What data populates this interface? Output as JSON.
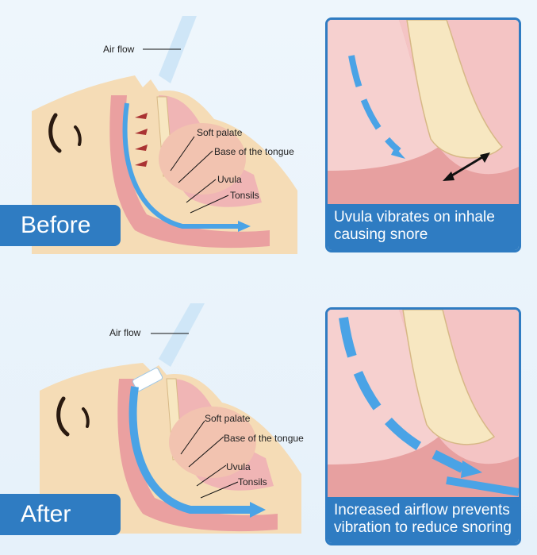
{
  "before": {
    "tag": "Before",
    "labels": {
      "air_flow": "Air flow",
      "soft_palate": "Soft palate",
      "base_tongue": "Base of the tongue",
      "uvula": "Uvula",
      "tonsils": "Tonsils"
    },
    "caption": "Uvula vibrates on inhale causing snore"
  },
  "after": {
    "tag": "After",
    "labels": {
      "air_flow": "Air flow",
      "soft_palate": "Soft palate",
      "base_tongue": "Base of the tongue",
      "uvula": "Uvula",
      "tonsils": "Tonsils"
    },
    "caption": "Increased airflow prevents vibration to reduce snoring"
  },
  "colors": {
    "accent": "#2f7cc2",
    "airflow": "#4aa3e6",
    "skin": "#f5dcb6",
    "tissue": "#eaa0a0",
    "bone": "#f7e7c1"
  }
}
